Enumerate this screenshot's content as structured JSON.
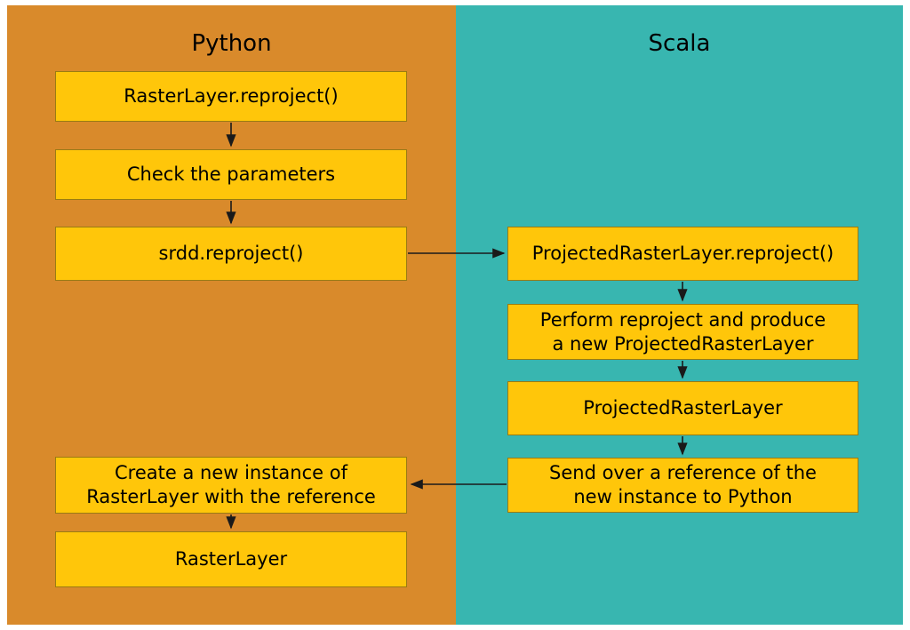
{
  "panels": {
    "python": {
      "label": "Python",
      "color": "#D98A2B"
    },
    "scala": {
      "label": "Scala",
      "color": "#38B6B0"
    }
  },
  "node_style": {
    "fill": "#FFC60A",
    "border": "#9A7B12",
    "text_color": "#000000"
  },
  "arrow_color": "#1a1a1a",
  "nodes": {
    "raster_layer_reproject": {
      "panel": "python",
      "label": "RasterLayer.reproject()"
    },
    "check_parameters": {
      "panel": "python",
      "label": "Check the parameters"
    },
    "srdd_reproject": {
      "panel": "python",
      "label": "srdd.reproject()"
    },
    "create_new_instance": {
      "panel": "python",
      "label": "Create a new instance of\nRasterLayer with the reference"
    },
    "raster_layer": {
      "panel": "python",
      "label": "RasterLayer"
    },
    "projected_raster_layer_reproject": {
      "panel": "scala",
      "label": "ProjectedRasterLayer.reproject()"
    },
    "perform_reproject": {
      "panel": "scala",
      "label": "Perform reproject and produce\na new ProjectedRasterLayer"
    },
    "projected_raster_layer": {
      "panel": "scala",
      "label": "ProjectedRasterLayer"
    },
    "send_reference": {
      "panel": "scala",
      "label": "Send over a reference of the\nnew instance to Python"
    }
  },
  "edges": [
    {
      "from": "raster_layer_reproject",
      "to": "check_parameters",
      "direction": "down"
    },
    {
      "from": "check_parameters",
      "to": "srdd_reproject",
      "direction": "down"
    },
    {
      "from": "srdd_reproject",
      "to": "projected_raster_layer_reproject",
      "direction": "right"
    },
    {
      "from": "projected_raster_layer_reproject",
      "to": "perform_reproject",
      "direction": "down"
    },
    {
      "from": "perform_reproject",
      "to": "projected_raster_layer",
      "direction": "down"
    },
    {
      "from": "projected_raster_layer",
      "to": "send_reference",
      "direction": "down"
    },
    {
      "from": "send_reference",
      "to": "create_new_instance",
      "direction": "left"
    },
    {
      "from": "create_new_instance",
      "to": "raster_layer",
      "direction": "down"
    }
  ]
}
